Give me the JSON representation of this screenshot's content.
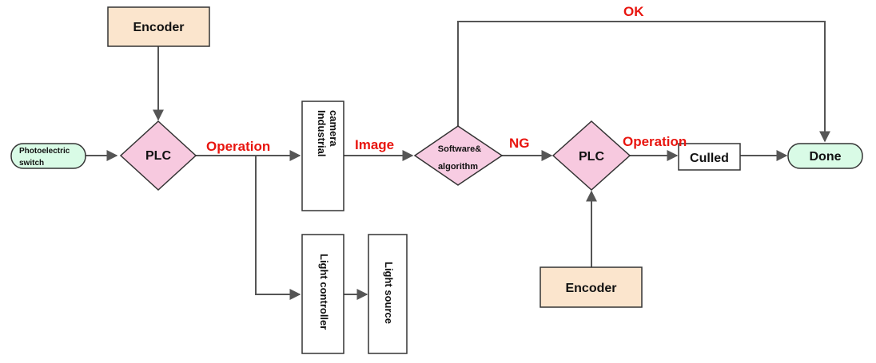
{
  "diagram": {
    "nodes": {
      "photoelectric_switch": {
        "line1": "Photoelectric",
        "line2": "switch"
      },
      "encoder_top": "Encoder",
      "plc_left": "PLC",
      "industrial_camera": {
        "line1": "Industrial",
        "line2": "camera"
      },
      "light_controller": "Light controller",
      "light_source": "Light source",
      "software_algorithm": {
        "line1": "Software&",
        "line2": "algorithm"
      },
      "plc_right": "PLC",
      "encoder_bottom": "Encoder",
      "culled": "Culled",
      "done": "Done"
    },
    "edge_labels": {
      "operation_left": "Operation",
      "image": "Image",
      "ng": "NG",
      "operation_right": "Operation",
      "ok": "OK"
    },
    "colors": {
      "encoder_fill": "#fbe5cd",
      "plc_fill": "#f7c9df",
      "terminal_fill": "#d9fbe6",
      "software_fill": "#f7cce2",
      "label_red": "#e8150f",
      "line": "#555555"
    }
  }
}
